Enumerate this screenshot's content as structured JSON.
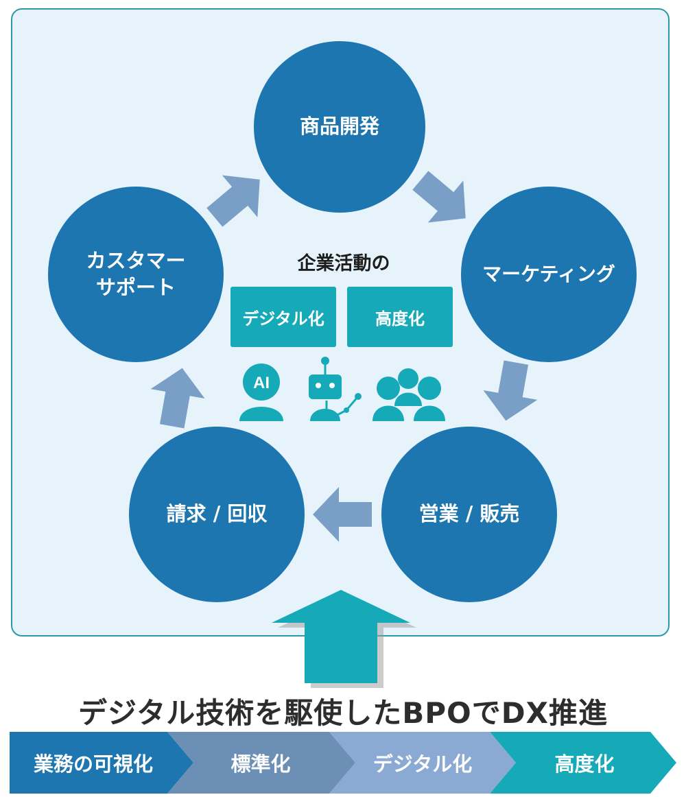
{
  "cycle": {
    "product_dev": "商品開発",
    "marketing": "マーケティング",
    "sales": "営業 / 販売",
    "billing": "請求 / 回収",
    "support_line1": "カスタマー",
    "support_line2": "サポート"
  },
  "center": {
    "title": "企業活動の",
    "tag_digital": "デジタル化",
    "tag_advanced": "高度化",
    "ai_label": "AI"
  },
  "title": "デジタル技術を駆使したBPOでDX推進",
  "stages": [
    "業務の可視化",
    "標準化",
    "デジタル化",
    "高度化"
  ],
  "colors": {
    "circle": "#1e76b0",
    "teal": "#16a9b8",
    "arrow": "#7a9fc6",
    "stage1": "#1e76b0",
    "stage2": "#6b8fb5",
    "stage3": "#8aaad3",
    "stage4": "#16a9b8"
  }
}
